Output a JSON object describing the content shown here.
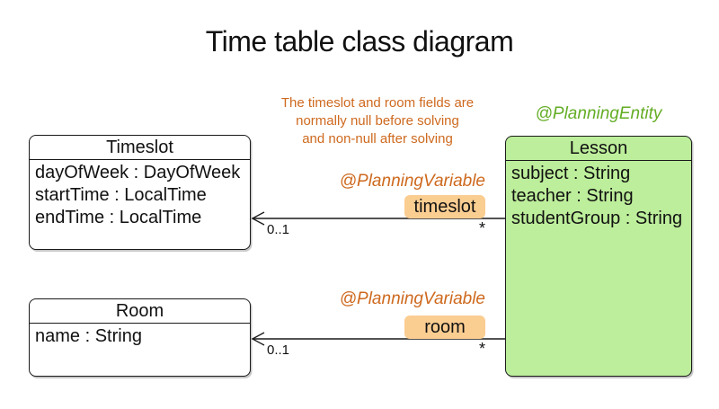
{
  "title": "Time table class diagram",
  "note": {
    "line1": "The timeslot and room fields are",
    "line2": "normally null before solving",
    "line3": "and non-null after solving"
  },
  "lesson_annotation": "@PlanningEntity",
  "classes": {
    "timeslot": {
      "name": "Timeslot",
      "fields": [
        "dayOfWeek : DayOfWeek",
        "startTime : LocalTime",
        "endTime : LocalTime"
      ]
    },
    "room": {
      "name": "Room",
      "fields": [
        "name : String"
      ]
    },
    "lesson": {
      "name": "Lesson",
      "fields": [
        "subject : String",
        "teacher : String",
        "studentGroup : String"
      ]
    }
  },
  "associations": {
    "timeslot": {
      "annotation": "@PlanningVariable",
      "label": "timeslot",
      "near_multiplicity": "*",
      "far_multiplicity": "0..1"
    },
    "room": {
      "annotation": "@PlanningVariable",
      "label": "room",
      "near_multiplicity": "*",
      "far_multiplicity": "0..1"
    }
  },
  "colors": {
    "entity_fill": "#BDEE9B",
    "badge_fill": "#FACD91",
    "orange_text": "#CE691E",
    "green_text": "#64AD25",
    "line": "#1A1A1A"
  }
}
